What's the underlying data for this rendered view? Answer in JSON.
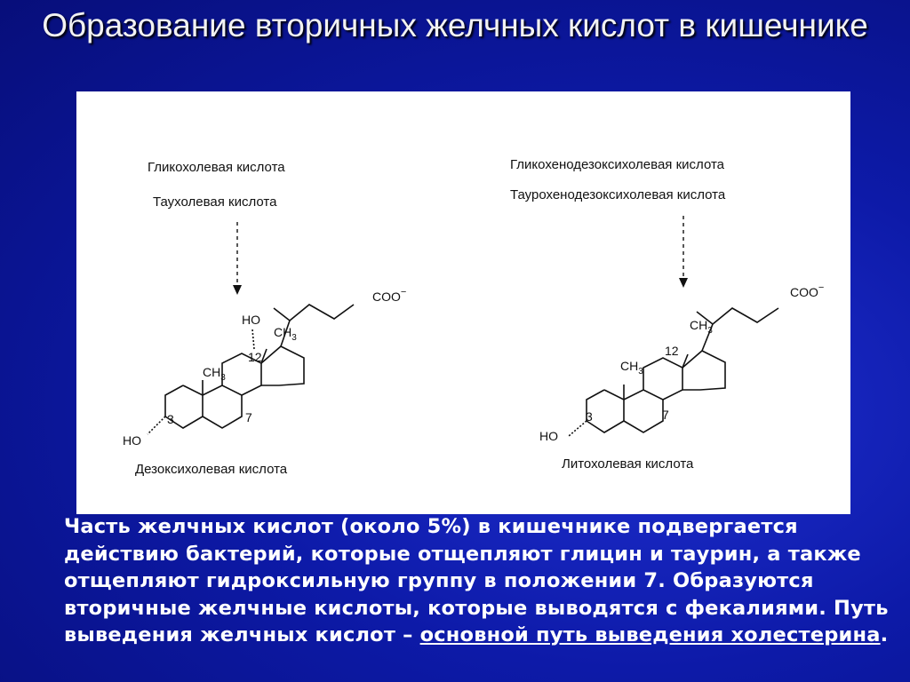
{
  "title": "Образование вторичных желчных кислот в кишечнике",
  "left": {
    "source_1": "Гликохолевая кислота",
    "source_2": "Таухолевая кислота",
    "product": "Дезоксихолевая кислота",
    "labels": {
      "oh_top": "HO",
      "ch3_upper": "CH",
      "ch3_lower": "CH",
      "sub": "3",
      "pos_12": "12",
      "pos_3": "3",
      "pos_7": "7",
      "ho_bottom": "HO",
      "coo": "COO",
      "charge": "−"
    }
  },
  "right": {
    "source_1": "Гликохенодезоксихолевая кислота",
    "source_2": "Таурохенодезоксихолевая кислота",
    "product": "Литохолевая кислота",
    "labels": {
      "ch3_upper": "CH",
      "ch3_lower": "CH",
      "sub": "3",
      "pos_12": "12",
      "pos_3": "3",
      "pos_7": "7",
      "ho_bottom": "HO",
      "coo": "COO",
      "charge": "−"
    }
  },
  "body": {
    "part1": "Часть желчных кислот (около 5%) в кишечнике подвергается действию бактерий, которые отщепляют глицин и таурин, а также отщепляют гидроксильную группу в положении 7. Образуются вторичные желчные кислоты, которые выводятся с фекалиями. Путь выведения желчных кислот – ",
    "underlined": "основной путь выведения холестерина",
    "end": "."
  }
}
